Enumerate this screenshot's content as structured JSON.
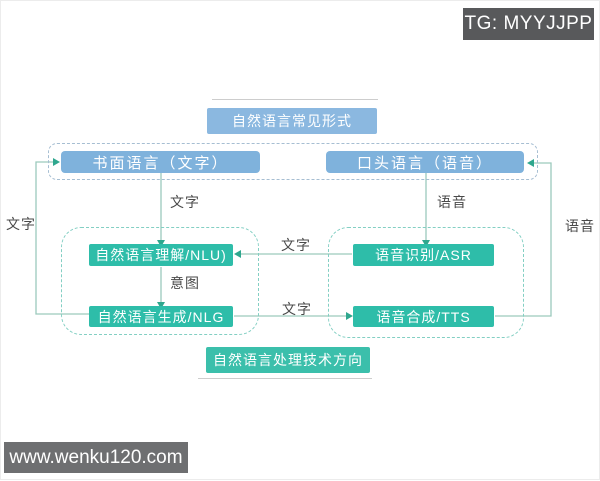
{
  "badge": {
    "text": "TG: MYYJJPP"
  },
  "watermark": {
    "text": "www.wenku120.com"
  },
  "diagram": {
    "top_title": "自然语言常见形式",
    "bottom_title": "自然语言处理技术方向",
    "nodes": {
      "written": "书面语言（文字）",
      "spoken": "口头语言（语音）",
      "nlu": "自然语言理解/NLU)",
      "asr": "语音识别/ASR",
      "nlg": "自然语言生成/NLG",
      "tts": "语音合成/TTS"
    },
    "labels": {
      "text_outer_left": "文字",
      "text_under_written": "文字",
      "speech_under_spoken": "语音",
      "text_asr_to_nlu": "文字",
      "intent_nlu_to_nlg": "意图",
      "text_nlg_to_tts": "文字",
      "speech_outer_right": "语音"
    },
    "colors": {
      "blue_box": "#7FB2DC",
      "blue_title_box": "#8BB8E0",
      "teal_box": "#2EBDA9",
      "teal_title_box": "#3BBFAB",
      "dashed_border_blue": "#A6BED2",
      "dashed_border_teal": "#83CFC3",
      "connector_line": "#9CC9BC",
      "arrowhead": "#2FA78E",
      "label_text": "#4A4A4A",
      "badge_bg": "#58595B",
      "watermark_bg": "#6E6F71"
    }
  }
}
